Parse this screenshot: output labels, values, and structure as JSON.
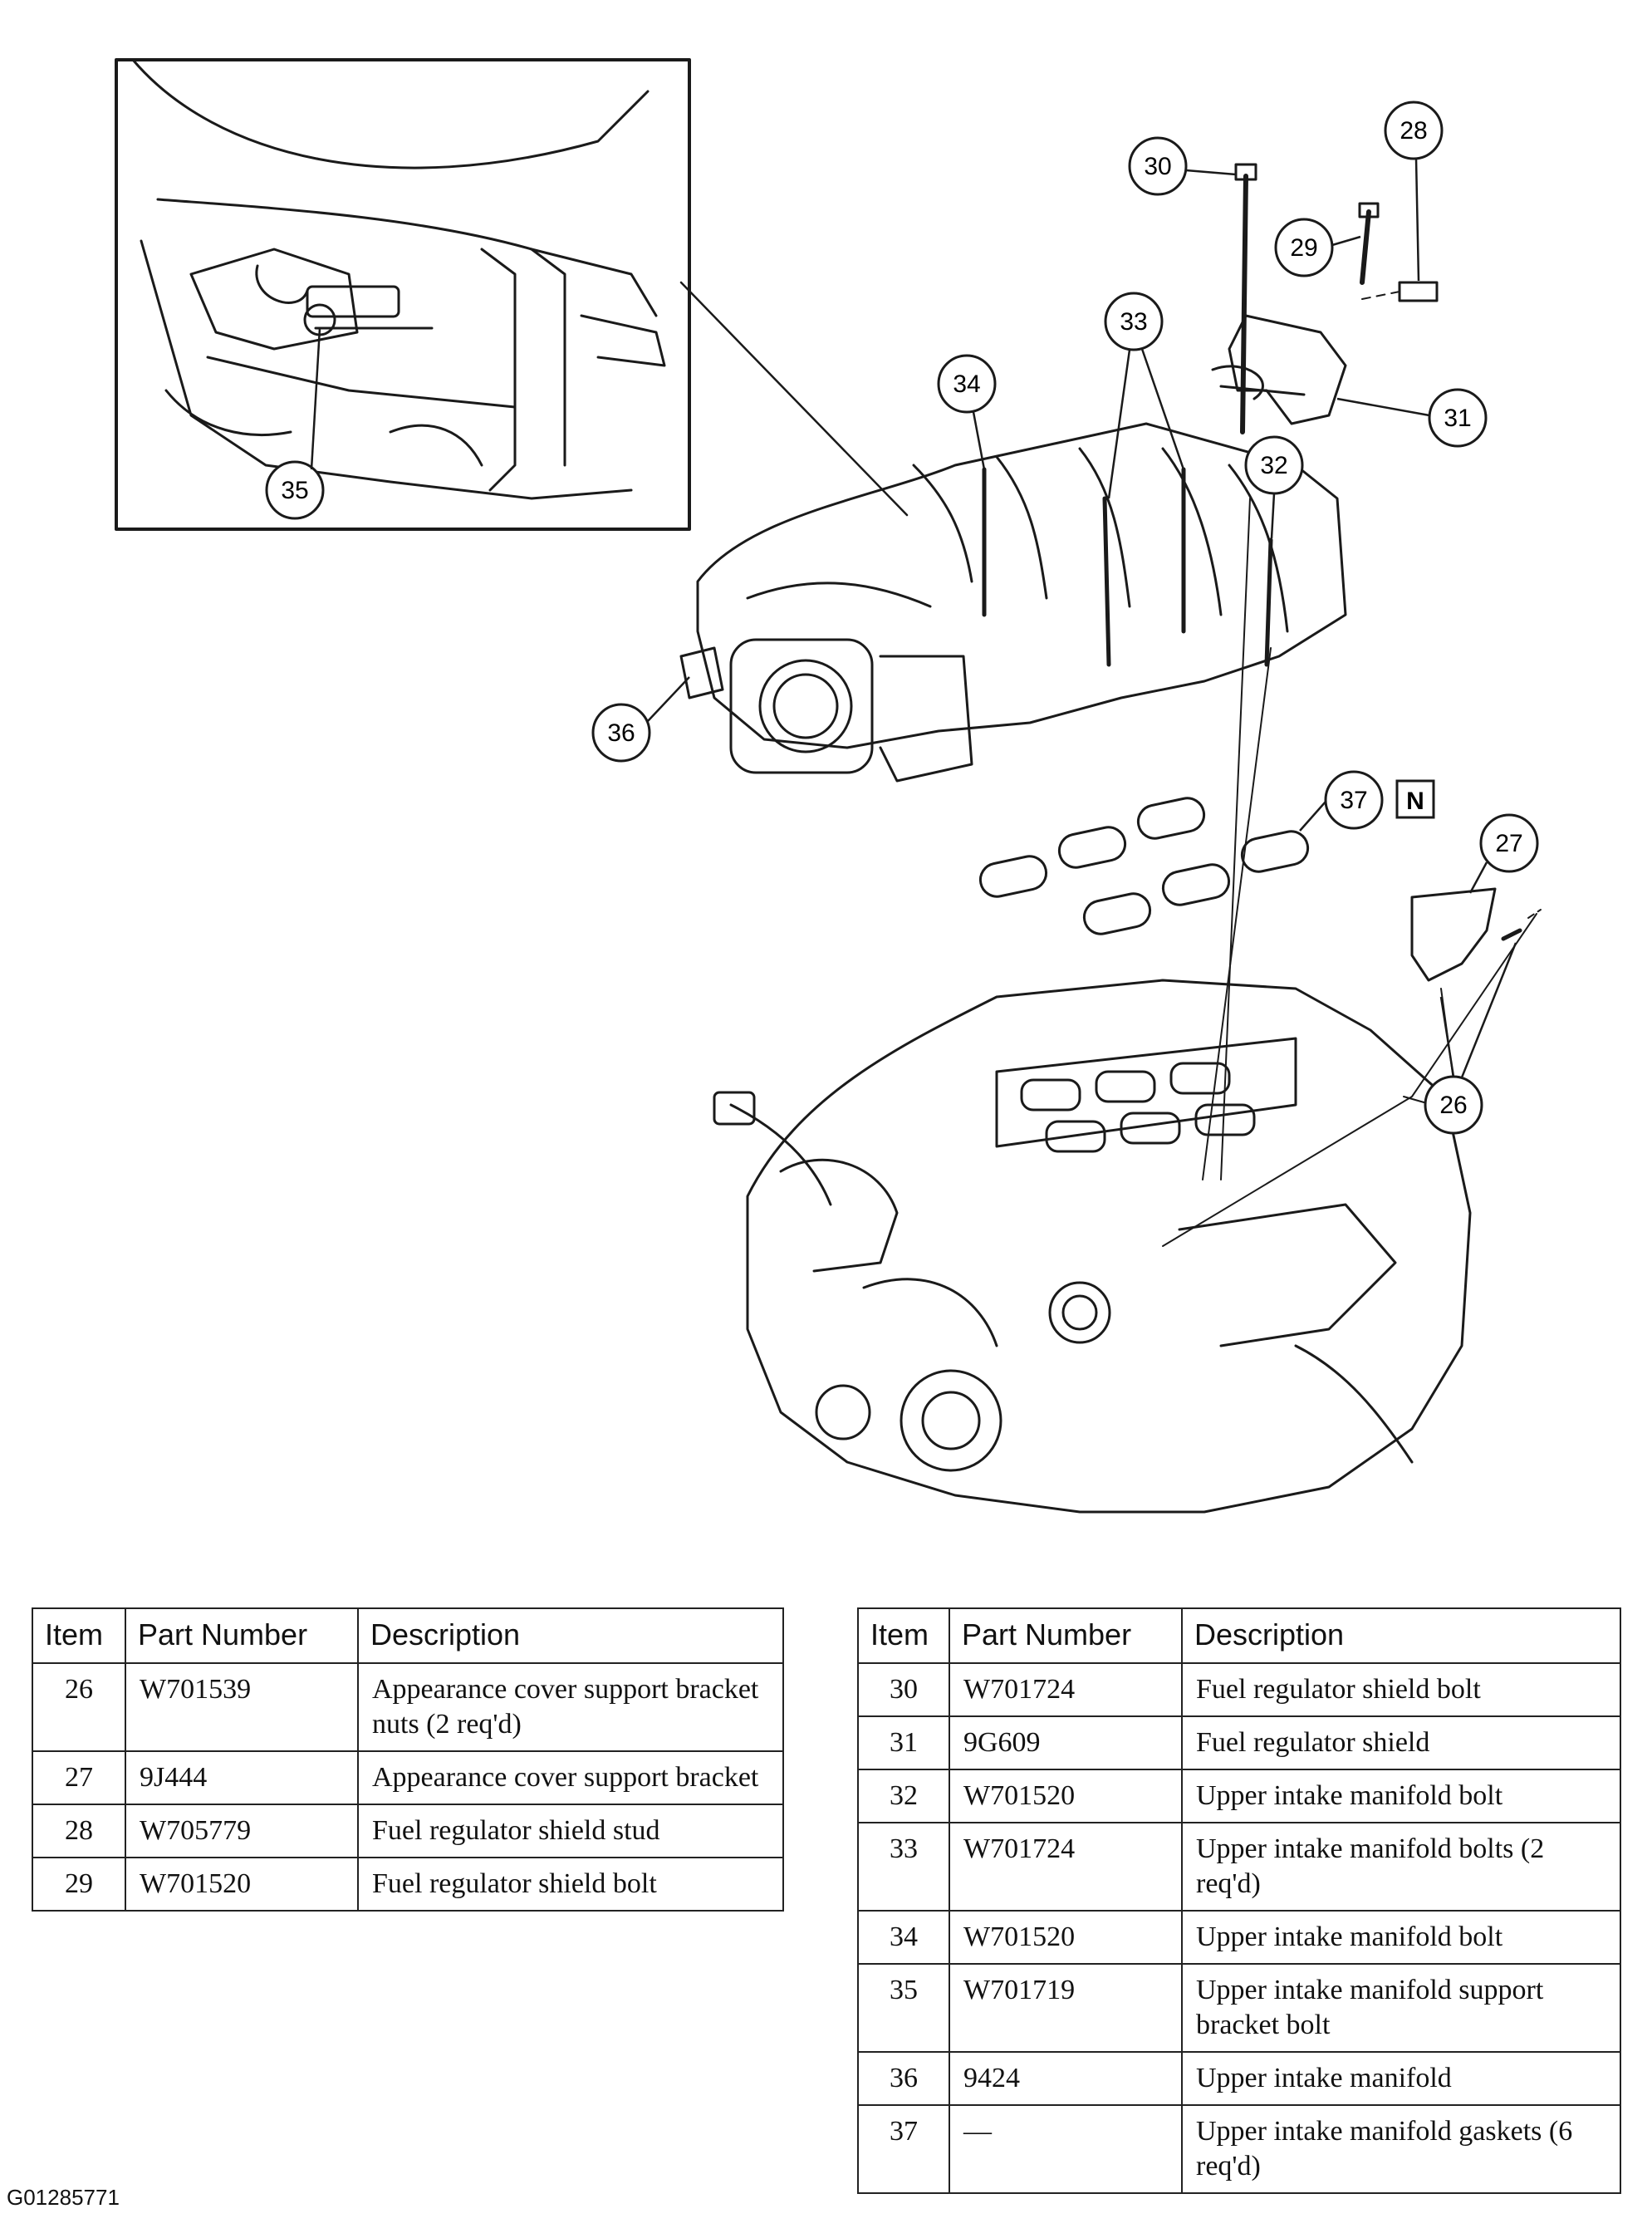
{
  "figure_id": "G01285771",
  "callouts": [
    "26",
    "27",
    "28",
    "29",
    "30",
    "31",
    "32",
    "33",
    "34",
    "35",
    "36",
    "37"
  ],
  "new_part_marker": "N",
  "table_left": {
    "headers": [
      "Item",
      "Part Number",
      "Description"
    ],
    "rows": [
      {
        "item": "26",
        "part": "W701539",
        "desc": "Appearance cover support bracket nuts (2 req'd)"
      },
      {
        "item": "27",
        "part": "9J444",
        "desc": "Appearance cover support bracket"
      },
      {
        "item": "28",
        "part": "W705779",
        "desc": "Fuel regulator shield stud"
      },
      {
        "item": "29",
        "part": "W701520",
        "desc": "Fuel regulator shield bolt"
      }
    ]
  },
  "table_right": {
    "headers": [
      "Item",
      "Part Number",
      "Description"
    ],
    "rows": [
      {
        "item": "30",
        "part": "W701724",
        "desc": "Fuel regulator shield bolt"
      },
      {
        "item": "31",
        "part": "9G609",
        "desc": "Fuel regulator shield"
      },
      {
        "item": "32",
        "part": "W701520",
        "desc": "Upper intake manifold bolt"
      },
      {
        "item": "33",
        "part": "W701724",
        "desc": "Upper intake manifold bolts (2 req'd)"
      },
      {
        "item": "34",
        "part": "W701520",
        "desc": "Upper intake manifold bolt"
      },
      {
        "item": "35",
        "part": "W701719",
        "desc": "Upper intake manifold support bracket bolt"
      },
      {
        "item": "36",
        "part": "9424",
        "desc": "Upper intake manifold"
      },
      {
        "item": "37",
        "part": "—",
        "desc": "Upper intake manifold gaskets (6 req'd)"
      }
    ]
  }
}
